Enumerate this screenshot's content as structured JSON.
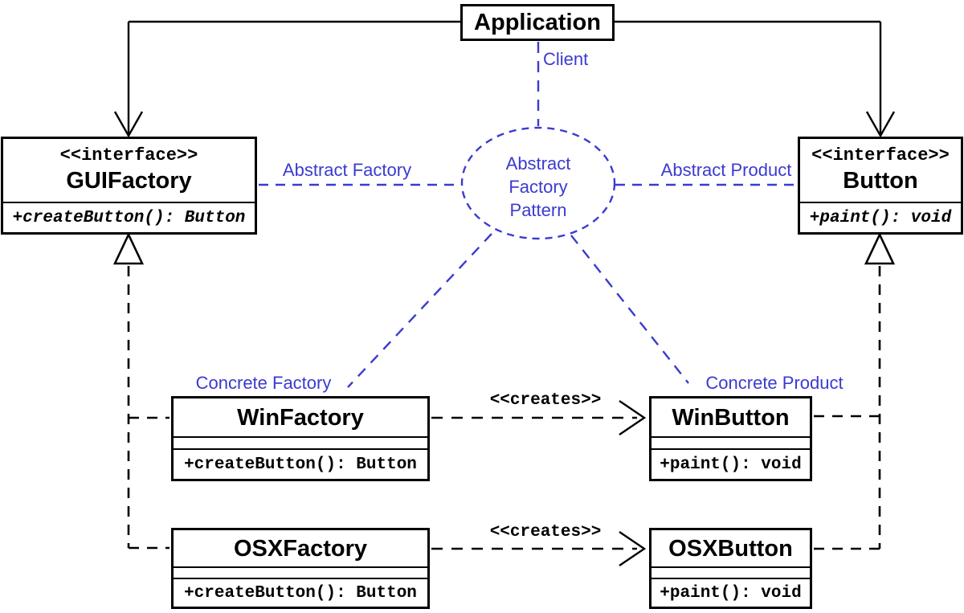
{
  "colors": {
    "accent_blue": "#3B3BCF",
    "line_black": "#000000",
    "canvas_background": "#FFFFFF"
  },
  "classes": {
    "application": {
      "name": "Application"
    },
    "gui_factory": {
      "stereotype": "<<interface>>",
      "name": "GUIFactory",
      "method": "+createButton(): Button"
    },
    "button": {
      "stereotype": "<<interface>>",
      "name": "Button",
      "method": "+paint(): void"
    },
    "win_factory": {
      "name": "WinFactory",
      "method": "+createButton(): Button"
    },
    "osx_factory": {
      "name": "OSXFactory",
      "method": "+createButton(): Button"
    },
    "win_button": {
      "name": "WinButton",
      "method": "+paint(): void"
    },
    "osx_button": {
      "name": "OSXButton",
      "method": "+paint(): void"
    }
  },
  "labels": {
    "client": "Client",
    "abstract_factory": "Abstract Factory",
    "abstract_product": "Abstract Product",
    "concrete_factory": "Concrete Factory",
    "concrete_product": "Concrete Product",
    "creates_top": "<<creates>>",
    "creates_bottom": "<<creates>>"
  },
  "pattern_bubble": {
    "line1": "Abstract",
    "line2": "Factory",
    "line3": "Pattern"
  }
}
